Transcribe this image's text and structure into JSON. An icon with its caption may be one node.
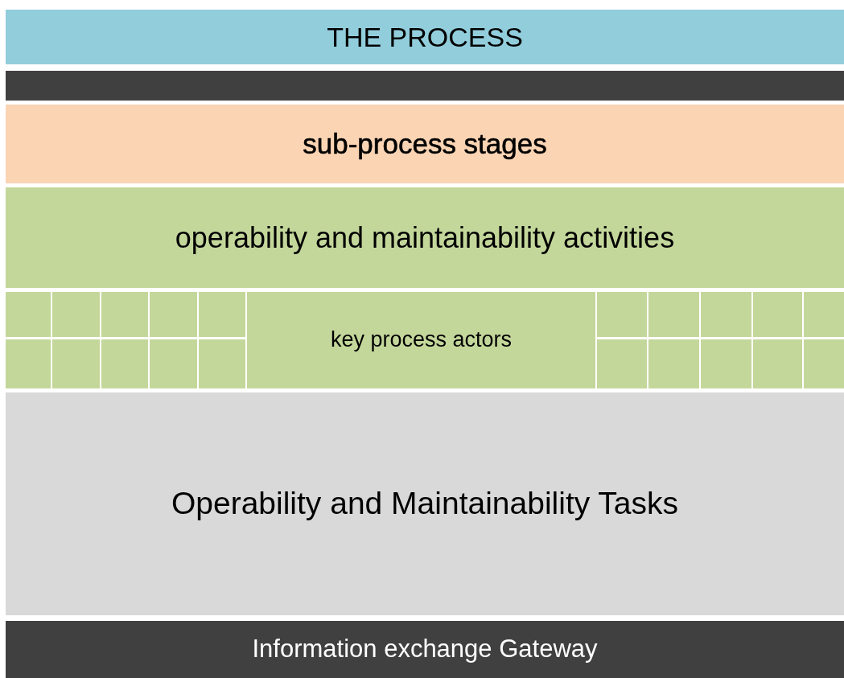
{
  "diagram": {
    "nodes": [
      {
        "text": [
          "THE PROCESS"
        ]
      },
      {
        "text": [],
        "shape": "bar"
      },
      {
        "text": [
          "sub-process stages"
        ]
      },
      {
        "text": [
          "operability and maintainability activities"
        ]
      },
      {
        "text": [],
        "shape": "box"
      },
      {
        "text": [],
        "shape": "box"
      },
      {
        "text": [],
        "shape": "box"
      },
      {
        "text": [],
        "shape": "box"
      },
      {
        "text": [],
        "shape": "box"
      },
      {
        "text": [],
        "shape": "box"
      },
      {
        "text": [],
        "shape": "box"
      },
      {
        "text": [],
        "shape": "box"
      },
      {
        "text": [],
        "shape": "box"
      },
      {
        "text": [],
        "shape": "box"
      },
      {
        "text": [
          "key process actors"
        ]
      },
      {
        "text": [],
        "shape": "box"
      },
      {
        "text": [],
        "shape": "box"
      },
      {
        "text": [],
        "shape": "box"
      },
      {
        "text": [],
        "shape": "box"
      },
      {
        "text": [],
        "shape": "box"
      },
      {
        "text": [],
        "shape": "box"
      },
      {
        "text": [],
        "shape": "box"
      },
      {
        "text": [],
        "shape": "box"
      },
      {
        "text": [],
        "shape": "box"
      },
      {
        "text": [],
        "shape": "box"
      },
      {
        "text": [
          "Operability and Maintainability Tasks"
        ]
      },
      {
        "text": [
          "Information exchange Gateway"
        ]
      }
    ],
    "edges": []
  }
}
